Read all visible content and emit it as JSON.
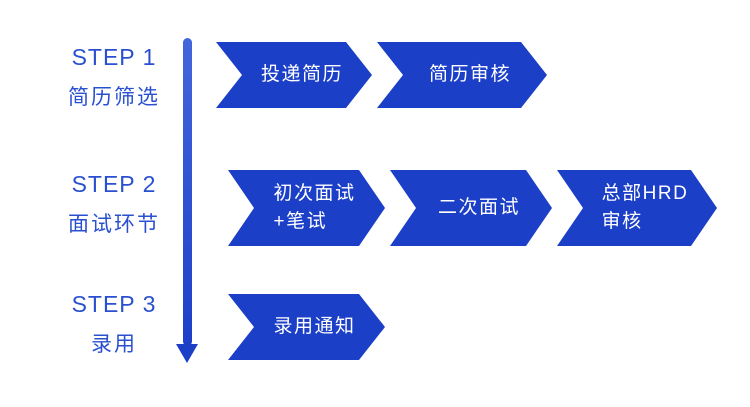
{
  "colors": {
    "chevron_blue": "#1C3FC8",
    "label_blue": "#2A50D0",
    "background": "#FFFFFF"
  },
  "steps": [
    {
      "step_label": "STEP 1",
      "phase_label": "简历筛选",
      "stages": [
        {
          "lines": [
            "投递简历"
          ]
        },
        {
          "lines": [
            "简历审核"
          ]
        }
      ]
    },
    {
      "step_label": "STEP 2",
      "phase_label": "面试环节",
      "stages": [
        {
          "lines": [
            "初次面试",
            "+笔试"
          ]
        },
        {
          "lines": [
            "二次面试"
          ]
        },
        {
          "lines": [
            "总部HRD",
            "审核"
          ]
        }
      ]
    },
    {
      "step_label": "STEP 3",
      "phase_label": "录用",
      "stages": [
        {
          "lines": [
            "录用通知"
          ]
        }
      ]
    }
  ]
}
